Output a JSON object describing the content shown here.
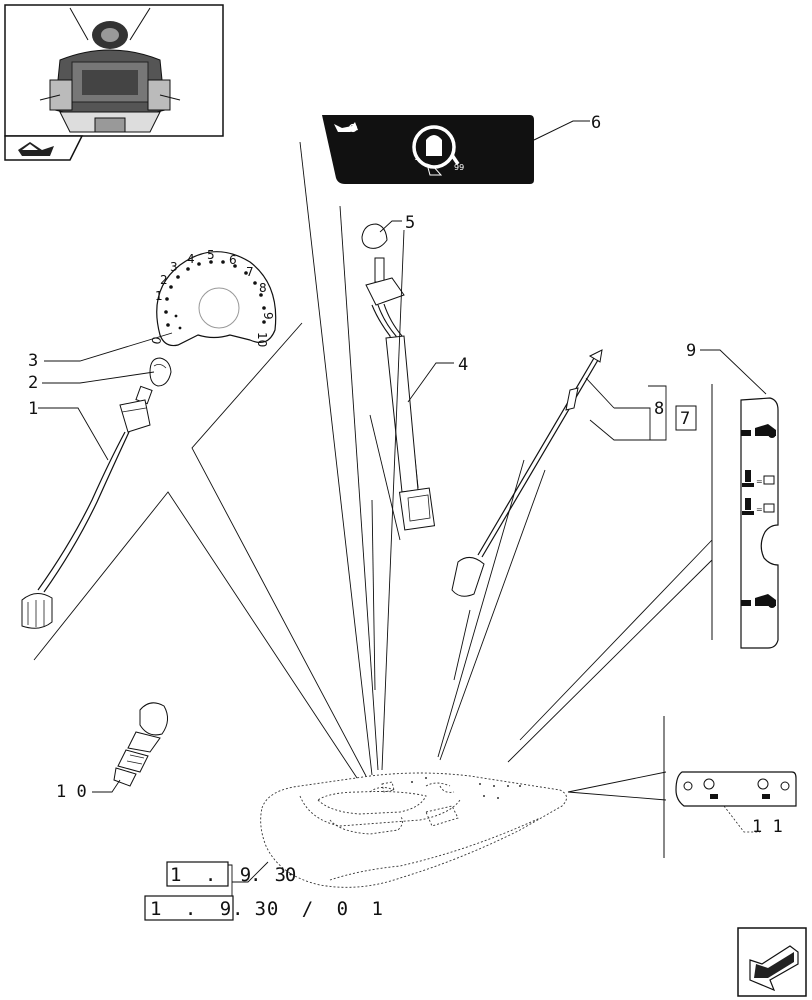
{
  "callouts": [
    {
      "id": "1",
      "text": "1"
    },
    {
      "id": "2",
      "text": "2"
    },
    {
      "id": "3",
      "text": "3"
    },
    {
      "id": "4",
      "text": "4"
    },
    {
      "id": "5",
      "text": "5"
    },
    {
      "id": "6",
      "text": "6"
    },
    {
      "id": "7",
      "text": "7"
    },
    {
      "id": "8",
      "text": "8"
    },
    {
      "id": "9",
      "text": "9"
    },
    {
      "id": "10",
      "text": "1 0"
    },
    {
      "id": "11",
      "text": "1 1"
    }
  ],
  "dial_numbers": [
    "0",
    "1",
    "2",
    "3",
    "4",
    "5",
    "6",
    "7",
    "8",
    "9",
    "10"
  ],
  "decal6": {
    "left_num": "1",
    "right_num": "99"
  },
  "refs": {
    "ref1_box": "1 . 9 3",
    "ref1_tail": ". 0",
    "ref2_box": "1 . 9 3",
    "ref2_tail": ". 0 / 0 1"
  },
  "icons": [
    "tractor-thumbnail-icon",
    "page-flip-icon",
    "next-page-arrow-icon"
  ]
}
